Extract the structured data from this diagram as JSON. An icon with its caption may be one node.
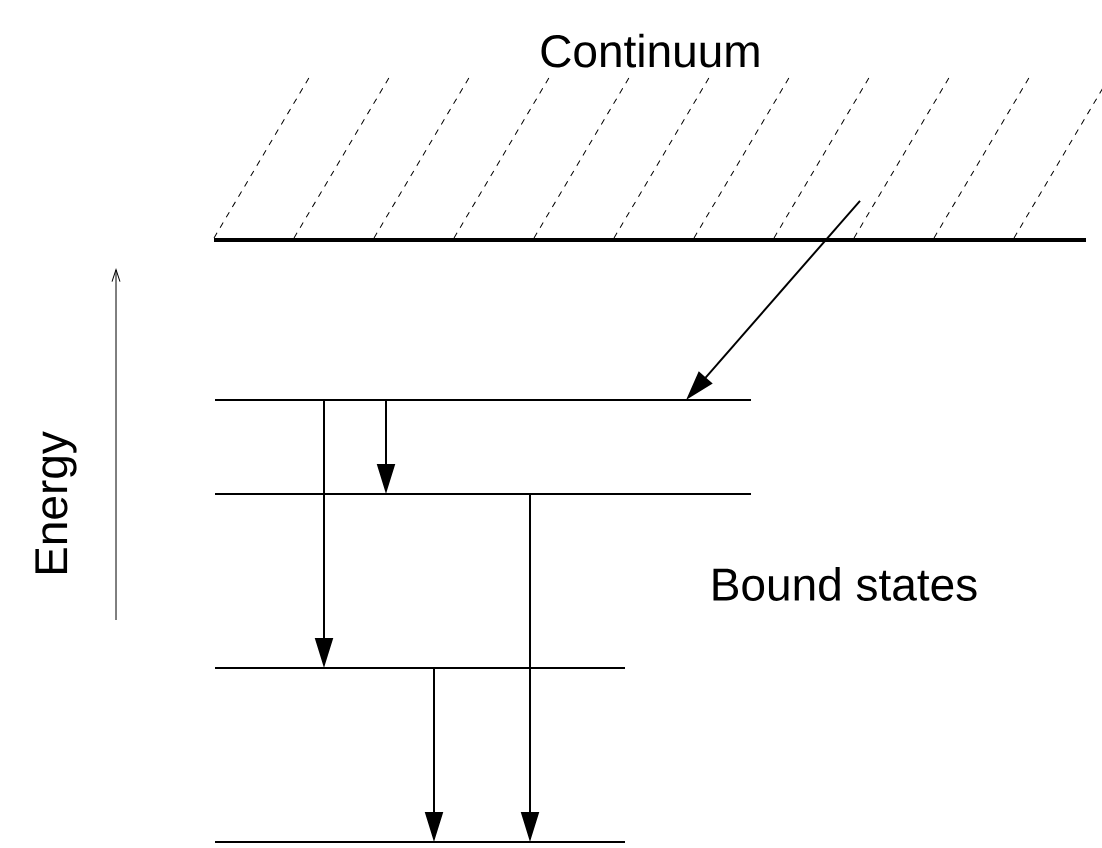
{
  "diagram": {
    "nodes": [
      {
        "text": [
          "Continuum"
        ]
      },
      {
        "text": [],
        "shape": "bar"
      },
      {
        "text": [],
        "shape": "bar"
      },
      {
        "text": [],
        "shape": "bar"
      },
      {
        "text": [],
        "shape": "bar"
      }
    ],
    "edges": [
      {
        "from": 0,
        "to": 1,
        "arrow": "to"
      },
      {
        "from": 1,
        "to": 3,
        "arrow": "to"
      },
      {
        "from": 1,
        "to": 2,
        "arrow": "to"
      },
      {
        "from": 2,
        "to": 4,
        "arrow": "to"
      },
      {
        "from": 3,
        "to": 4,
        "arrow": "to"
      }
    ],
    "labels": [
      "Energy",
      "Bound states"
    ]
  }
}
